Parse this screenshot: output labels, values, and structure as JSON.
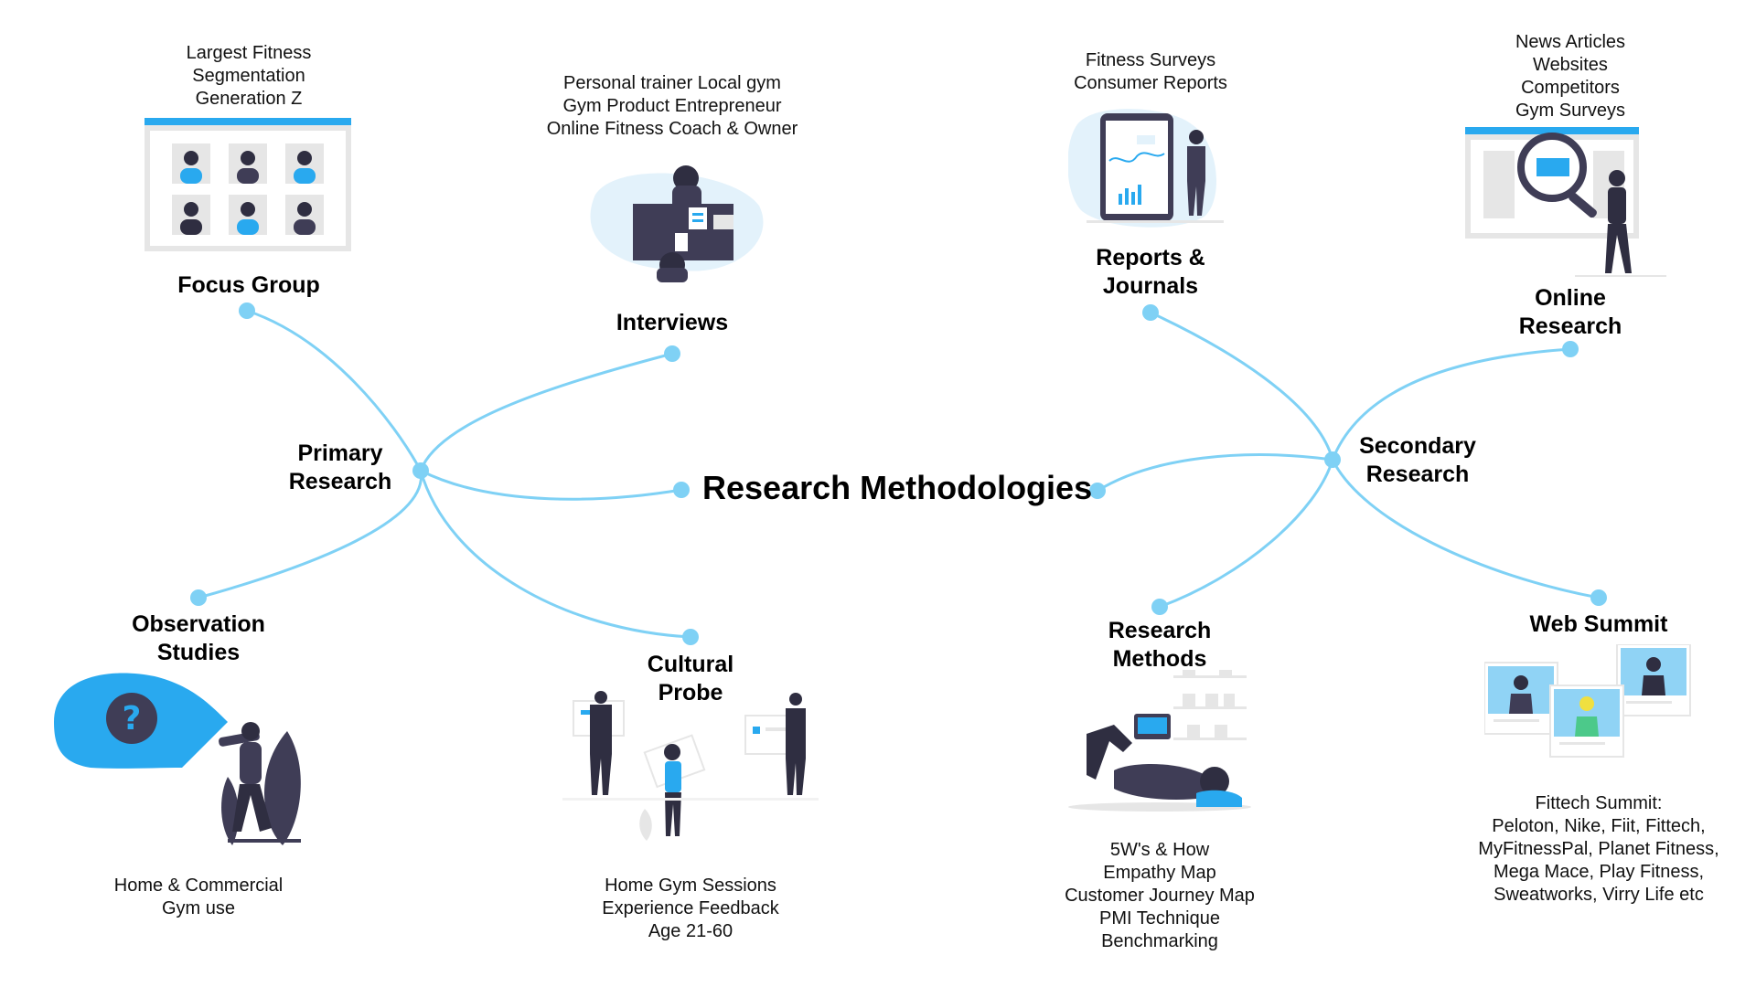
{
  "title": "Research Methodologies",
  "colors": {
    "connector": "#7fd1f5",
    "accent": "#29a9ef",
    "dark": "#3f3d56",
    "figure": "#2f2e41",
    "panel": "#e6e6e6"
  },
  "hubs": {
    "primary": {
      "label": "Primary\nResearch"
    },
    "secondary": {
      "label": "Secondary\nResearch"
    }
  },
  "branches": {
    "focus_group": {
      "label": "Focus Group",
      "notes": "Largest Fitness\nSegmentation\nGeneration Z",
      "icon": "video-call-grid-icon"
    },
    "interviews": {
      "label": "Interviews",
      "notes": "Personal trainer Local gym\nGym Product Entrepreneur\nOnline Fitness Coach & Owner",
      "icon": "interview-desk-icon"
    },
    "observation": {
      "label": "Observation\nStudies",
      "notes": "Home & Commercial\nGym use",
      "icon": "telescope-question-icon"
    },
    "cultural_probe": {
      "label": "Cultural\nProbe",
      "notes": "Home Gym Sessions\nExperience Feedback\nAge 21-60",
      "icon": "people-with-cards-icon"
    },
    "reports": {
      "label": "Reports &\nJournals",
      "notes": "Fitness Surveys\nConsumer Reports",
      "icon": "tablet-analytics-icon"
    },
    "online": {
      "label": "Online\nResearch",
      "notes": "News Articles\nWebsites\nCompetitors\nGym Surveys",
      "icon": "magnifier-website-icon"
    },
    "methods": {
      "label": "Research\nMethods",
      "notes": "5W's & How\nEmpathy Map\nCustomer Journey Map\nPMI Technique\nBenchmarking",
      "icon": "person-reading-laptop-icon"
    },
    "web_summit": {
      "label": "Web Summit",
      "notes": "Fittech Summit:\nPeloton, Nike, Fiit, Fittech,\nMyFitnessPal, Planet Fitness,\nMega Mace, Play Fitness,\nSweatworks, Virry Life etc",
      "icon": "profile-cards-icon"
    }
  }
}
